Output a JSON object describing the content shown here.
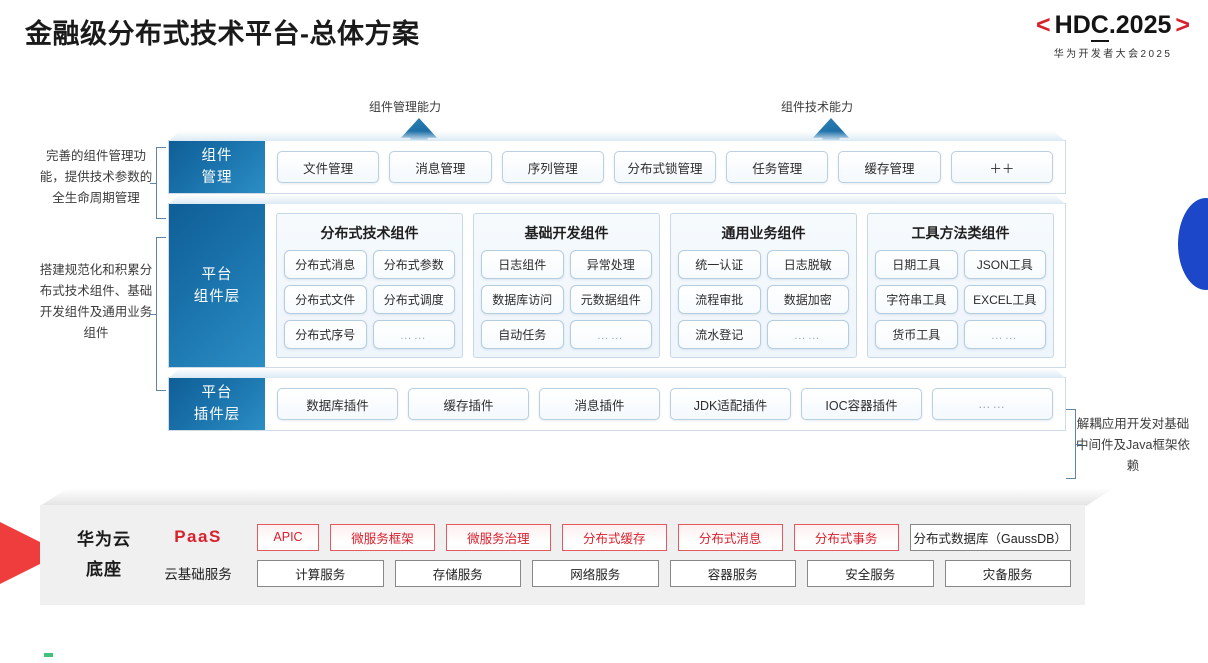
{
  "header": {
    "title": "金融级分布式技术平台-总体方案",
    "logo": {
      "bracket_left": "<",
      "text_hd": "HD",
      "text_c": "C",
      "text_rest": ".2025",
      "bracket_right": ">",
      "subtitle": "华为开发者大会2025",
      "bracket_color": "#d9202d"
    }
  },
  "callouts": {
    "arrow_left_label": "组件管理能力",
    "arrow_right_label": "组件技术能力"
  },
  "annotations": {
    "left_top": "完善的组件管理功能，提供技术参数的全生命周期管理",
    "left_mid": "搭建规范化和积累分布式技术组件、基础开发组件及通用业务组件",
    "right": "解耦应用开发对基础中间件及Java框架依赖"
  },
  "layers": {
    "component_management": {
      "label": "组件\n管理",
      "label_line1": "组件",
      "label_line2": "管理",
      "items": [
        "文件管理",
        "消息管理",
        "序列管理",
        "分布式锁管理",
        "任务管理",
        "缓存管理",
        "＋＋"
      ]
    },
    "platform_component": {
      "label_line1": "平台",
      "label_line2": "组件层",
      "groups": [
        {
          "title": "分布式技术组件",
          "items": [
            "分布式消息",
            "分布式参数",
            "分布式文件",
            "分布式调度",
            "分布式序号",
            "……"
          ]
        },
        {
          "title": "基础开发组件",
          "items": [
            "日志组件",
            "异常处理",
            "数据库访问",
            "元数据组件",
            "自动任务",
            "……"
          ]
        },
        {
          "title": "通用业务组件",
          "items": [
            "统一认证",
            "日志脱敏",
            "流程审批",
            "数据加密",
            "流水登记",
            "……"
          ]
        },
        {
          "title": "工具方法类组件",
          "items": [
            "日期工具",
            "JSON工具",
            "字符串工具",
            "EXCEL工具",
            "货币工具",
            "……"
          ]
        }
      ]
    },
    "platform_plugin": {
      "label_line1": "平台",
      "label_line2": "插件层",
      "items": [
        "数据库插件",
        "缓存插件",
        "消息插件",
        "JDK适配插件",
        "IOC容器插件",
        "……"
      ]
    }
  },
  "base": {
    "title_line1": "华为云",
    "title_line2": "底座",
    "paas_label": "PaaS",
    "cloud_label": "云基础服务",
    "paas_items": [
      {
        "label": "APIC",
        "style": "red",
        "width": "narrow"
      },
      {
        "label": "微服务框架",
        "style": "red",
        "width": "normal"
      },
      {
        "label": "微服务治理",
        "style": "red",
        "width": "normal"
      },
      {
        "label": "分布式缓存",
        "style": "red",
        "width": "normal"
      },
      {
        "label": "分布式消息",
        "style": "red",
        "width": "normal"
      },
      {
        "label": "分布式事务",
        "style": "red",
        "width": "normal"
      },
      {
        "label": "分布式数据库（GaussDB）",
        "style": "grey",
        "width": "wide"
      }
    ],
    "cloud_items": [
      "计算服务",
      "存储服务",
      "网络服务",
      "容器服务",
      "安全服务",
      "灾备服务"
    ]
  },
  "colors": {
    "brand_red": "#d9202d",
    "layer_blue_dark": "#0f5e96",
    "layer_blue_light": "#2b8ec4",
    "arrow_blue": "#17689e",
    "deco_blue": "#1b47c8",
    "deco_red": "#ef3c3c"
  }
}
